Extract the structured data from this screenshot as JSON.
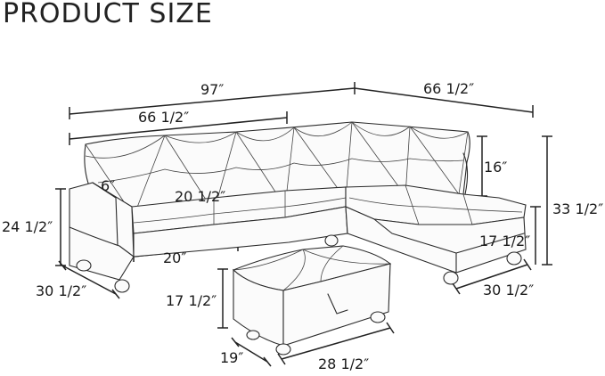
{
  "title": "PRODUCT SIZE",
  "dimensions": {
    "overall_width": "97″",
    "chaise_length": "66 1/2″",
    "sofa_width": "66 1/2″",
    "arm_width": "6″",
    "seat_depth_top": "20 1/2″",
    "arm_height": "24 1/2″",
    "seat_depth": "20″",
    "sofa_depth": "30 1/2″",
    "back_height": "16″",
    "overall_height": "33 1/2″",
    "chaise_seat_height": "17 1/2″",
    "chaise_width": "30 1/2″",
    "ottoman_height": "17 1/2″",
    "ottoman_depth": "19″",
    "ottoman_width": "28 1/2″"
  }
}
